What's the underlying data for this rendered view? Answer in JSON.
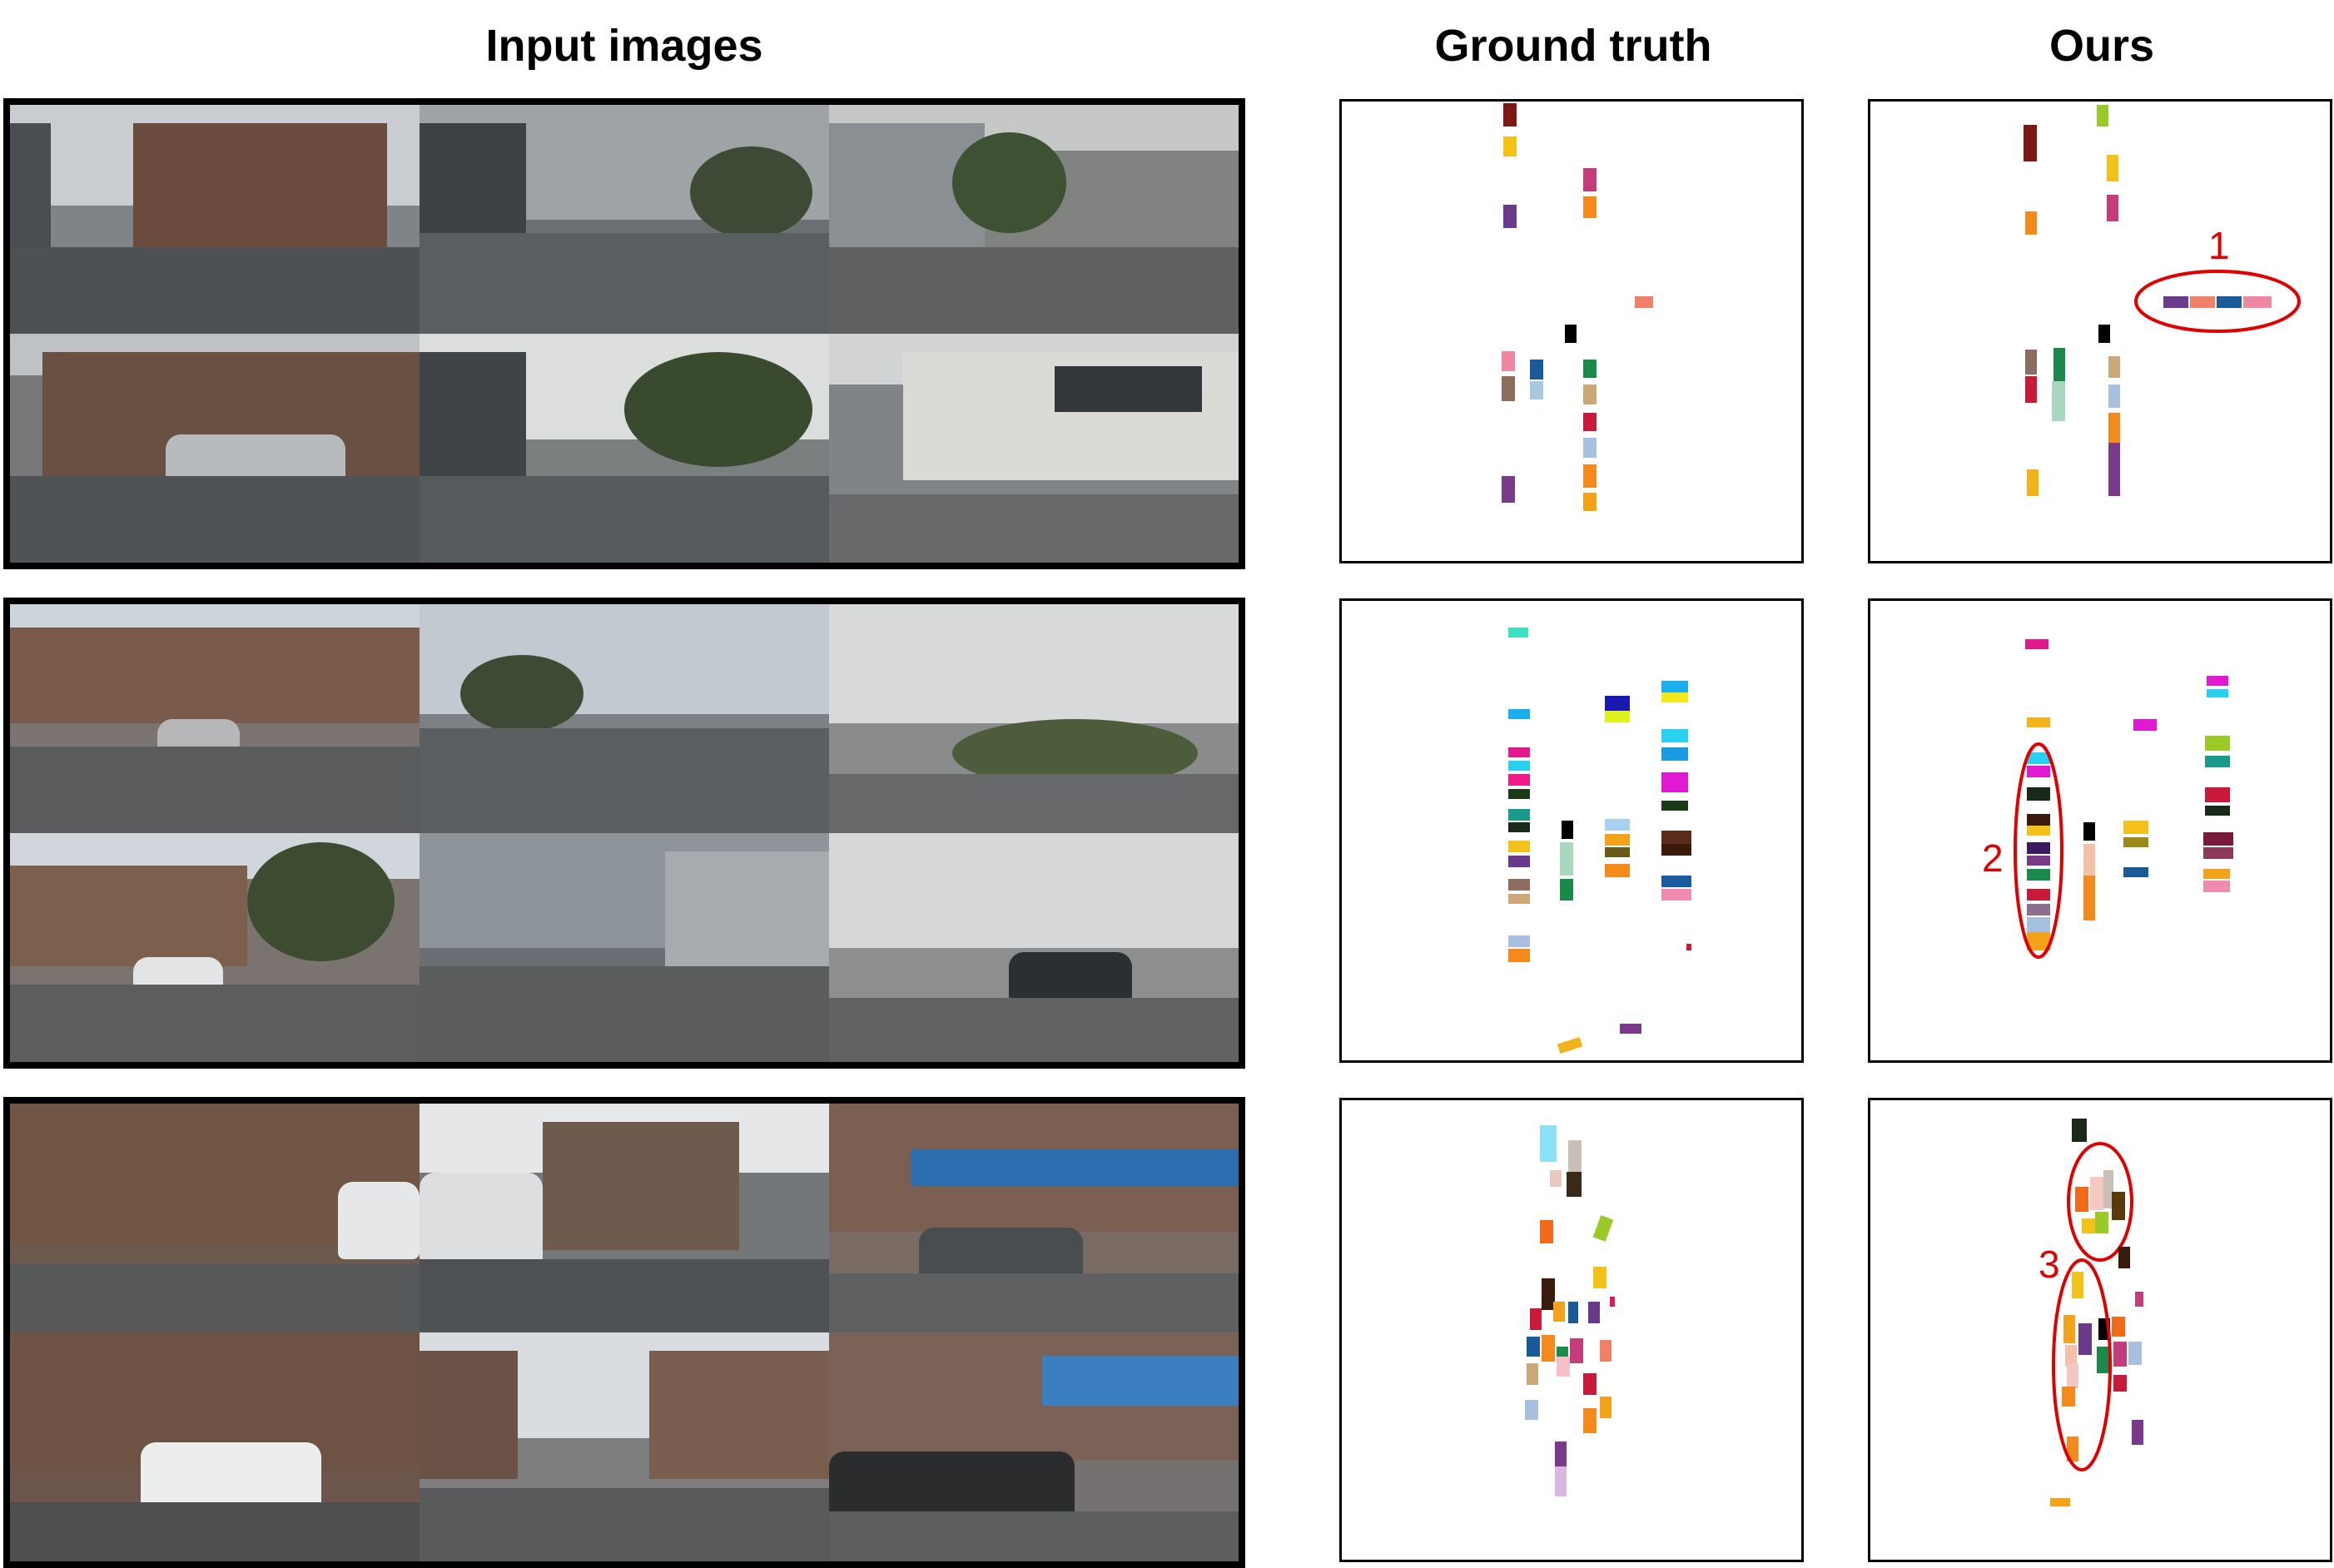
{
  "headers": {
    "input": "Input images",
    "gt": "Ground truth",
    "ours": "Ours"
  },
  "annotations": [
    "1",
    "2",
    "3"
  ],
  "colors": {
    "frame": "#000000",
    "annotation": "#e00000"
  }
}
